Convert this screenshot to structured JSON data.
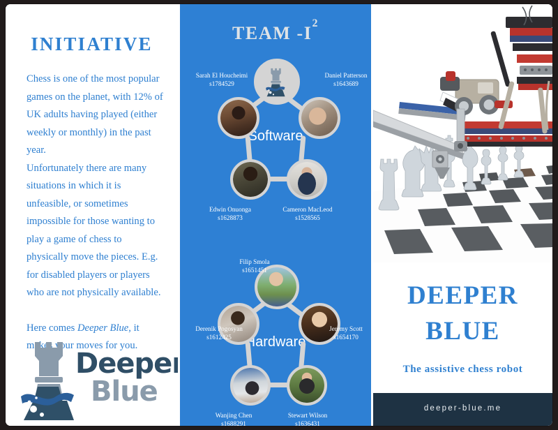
{
  "left_panel": {
    "title": "INITIATIVE",
    "paragraph_1": "Chess is one of the most popular games on the planet, with 12% of UK adults having played (either weekly or monthly) in the past year.",
    "paragraph_2": "Unfortunately there are many situations in which it is unfeasible, or sometimes impossible for those wanting to play a game of chess to physically move the pieces. E.g. for disabled players or players who are not physically available.",
    "paragraph_3_prefix": "Here comes ",
    "paragraph_3_emphasis": "Deeper Blue",
    "paragraph_3_suffix": ", it makes your moves for you.",
    "logo": {
      "word_top": "Deeper",
      "word_bottom": "Blue",
      "icon": "chess-rook-in-water-logo"
    }
  },
  "center_panel": {
    "title_main": "TEAM -I",
    "title_sup": "2",
    "background_color": "#2e80d4",
    "clusters": [
      {
        "label": "Software",
        "center_icon": "chess-rook-logo-icon",
        "members": [
          {
            "name": "Sarah El Houcheimi",
            "student_id": "s1784529",
            "position": "upper-left"
          },
          {
            "name": "Daniel Patterson",
            "student_id": "s1643689",
            "position": "upper-right"
          },
          {
            "name": "Edwin Onuonga",
            "student_id": "s1628873",
            "position": "lower-left"
          },
          {
            "name": "Cameron MacLeod",
            "student_id": "s1528565",
            "position": "lower-right"
          }
        ]
      },
      {
        "label": "Hardware",
        "top_member": {
          "name": "Filip Smola",
          "student_id": "s1651451"
        },
        "members": [
          {
            "name": "Derenik Pogosyan",
            "student_id": "s1612425",
            "position": "upper-left"
          },
          {
            "name": "Jeremy Scott",
            "student_id": "s1654170",
            "position": "upper-right"
          },
          {
            "name": "Wanjing Chen",
            "student_id": "s1688291",
            "position": "lower-left"
          },
          {
            "name": "Stewart Wilson",
            "student_id": "s1636431",
            "position": "lower-right"
          }
        ]
      }
    ]
  },
  "right_panel": {
    "hero_image": "lego-robot-gantry-over-chessboard",
    "title_line_1": "DEEPER",
    "title_line_2": "BLUE",
    "tagline": "The assistive chess robot",
    "footer_url": "deeper-blue.me",
    "accent_color": "#2f80d0",
    "footer_color": "#1e3243"
  }
}
